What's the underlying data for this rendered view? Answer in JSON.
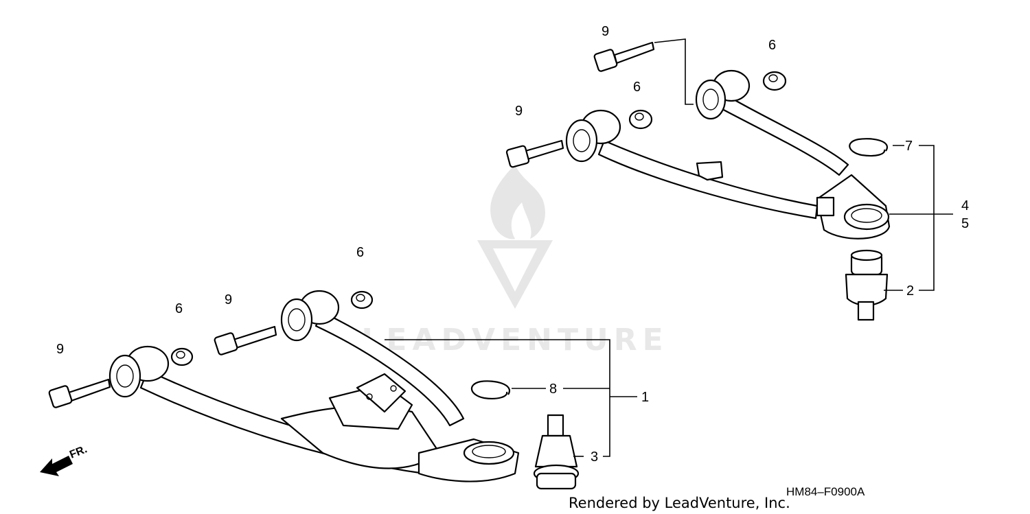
{
  "watermark": {
    "brand": "LEADVENTURE"
  },
  "diagram_code": "HM84–F0900A",
  "credit": "Rendered by LeadVenture, Inc.",
  "direction": {
    "label": "FR.",
    "icon": "front-arrow-icon"
  },
  "callouts": {
    "c1": "1",
    "c2": "2",
    "c3": "3",
    "c4": "4",
    "c5": "5",
    "c6a": "6",
    "c6b": "6",
    "c6c": "6",
    "c6d": "6",
    "c7": "7",
    "c8": "8",
    "c9a": "9",
    "c9b": "9",
    "c9c": "9",
    "c9d": "9"
  }
}
